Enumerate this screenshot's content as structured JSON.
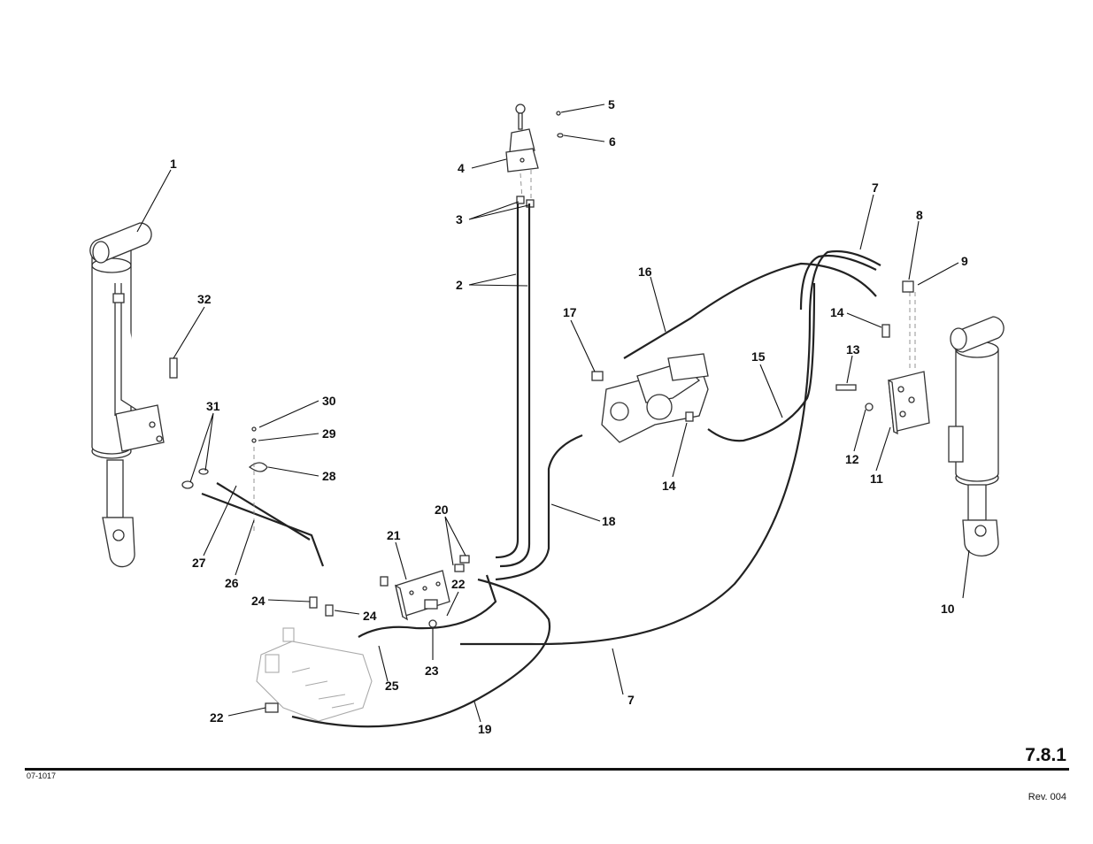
{
  "page_number": "7.8.1",
  "doc_code": "07-1017",
  "revision": "Rev. 004",
  "callouts": [
    "1",
    "2",
    "3",
    "4",
    "5",
    "6",
    "7",
    "7",
    "8",
    "9",
    "10",
    "11",
    "12",
    "13",
    "14",
    "14",
    "15",
    "16",
    "17",
    "18",
    "19",
    "20",
    "21",
    "22",
    "22",
    "23",
    "24",
    "24",
    "25",
    "26",
    "27",
    "28",
    "29",
    "30",
    "31",
    "32"
  ]
}
